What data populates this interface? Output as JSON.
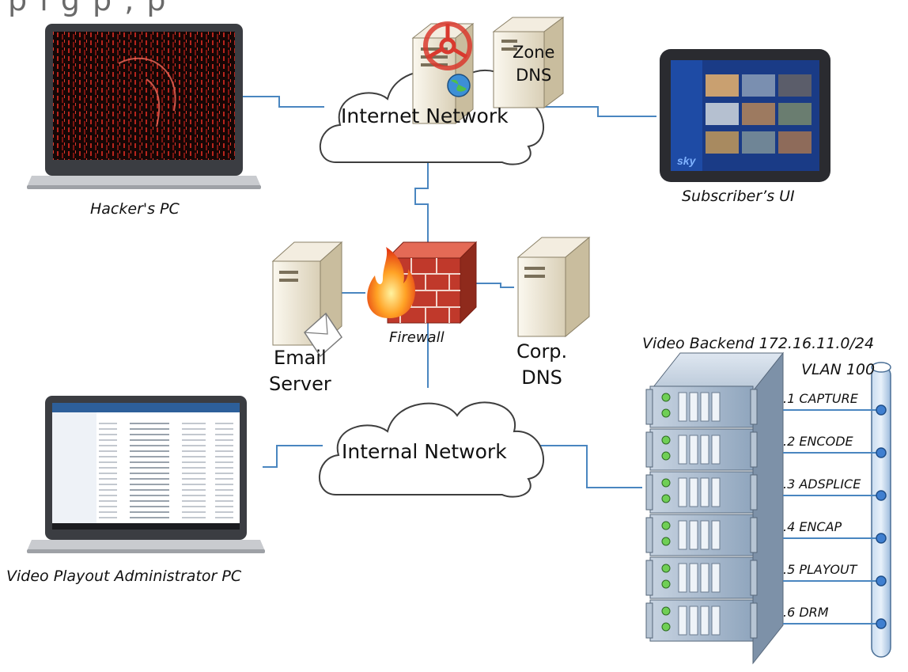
{
  "header_fragment": "p   l       g    p         ,        p",
  "nodes": {
    "hacker_pc": "Hacker's PC",
    "subscriber_ui": "Subscriber’s UI",
    "internet_network": "Internet Network",
    "zone_dns": [
      "Zone",
      "DNS"
    ],
    "firewall": "Firewall",
    "email_server": [
      "Email",
      "Server"
    ],
    "corp_dns": [
      "Corp.",
      "DNS"
    ],
    "internal_network": "Internal Network",
    "admin_pc": "Video Playout Administrator PC"
  },
  "backend": {
    "title": "Video Backend 172.16.11.0/24",
    "vlan": "VLAN 100",
    "servers": [
      ".1 CAPTURE",
      ".2 ENCODE",
      ".3 ADSPLICE",
      ".4 ENCAP",
      ".5 PLAYOUT",
      ".6 DRM"
    ]
  },
  "tablet_brand": "sky",
  "colors": {
    "link": "#4a86c0",
    "bus": "#aac8e8",
    "brick": "#c0392b",
    "server": "#e8e0cc"
  }
}
